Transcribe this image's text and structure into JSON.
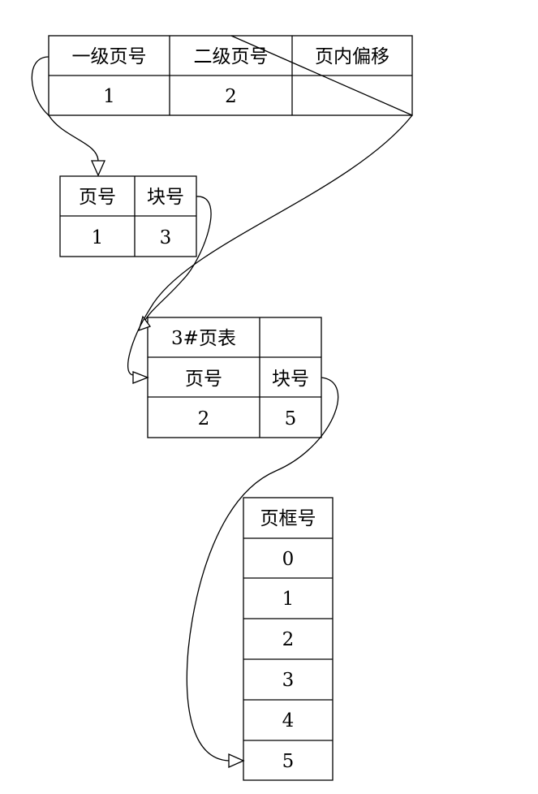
{
  "address_table": {
    "headers": [
      "一级页号",
      "二级页号",
      "页内偏移"
    ],
    "values": [
      "1",
      "2",
      ""
    ]
  },
  "level1_table": {
    "headers": [
      "页号",
      "块号"
    ],
    "values": [
      "1",
      "3"
    ]
  },
  "page_table_3": {
    "title": "3#页表",
    "headers": [
      "页号",
      "块号"
    ],
    "values": [
      "2",
      "5"
    ]
  },
  "frame_table": {
    "header": "页框号",
    "frames": [
      "0",
      "1",
      "2",
      "3",
      "4",
      "5"
    ]
  }
}
